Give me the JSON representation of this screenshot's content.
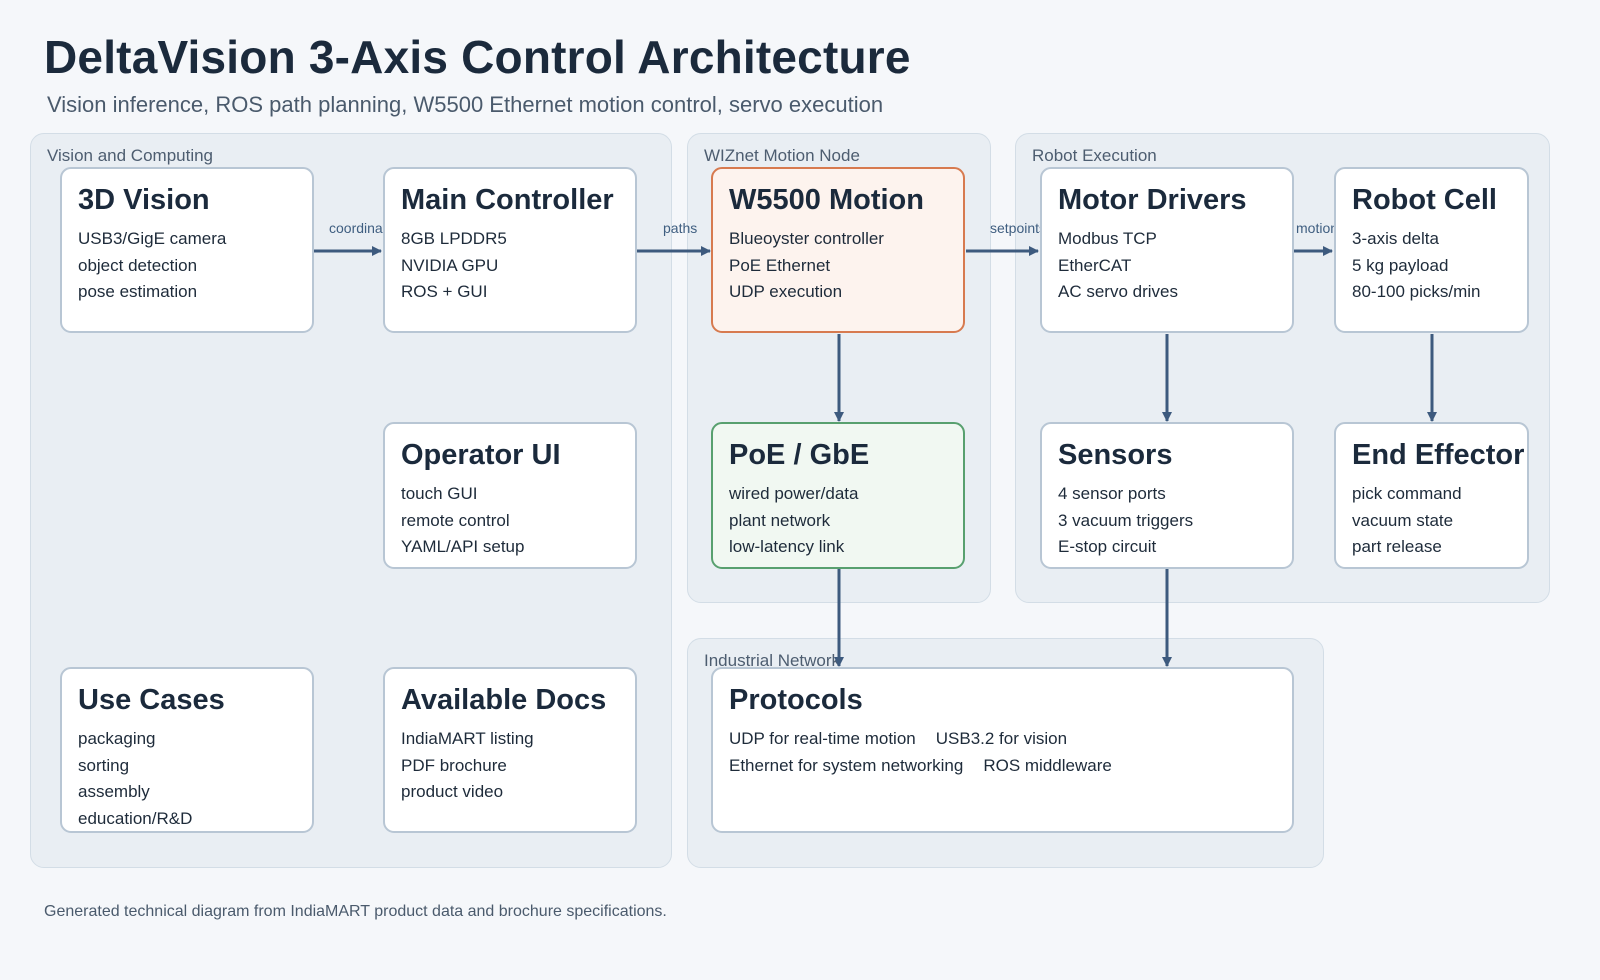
{
  "header": {
    "title": "DeltaVision 3-Axis Control Architecture",
    "subtitle": "Vision inference, ROS path planning, W5500 Ethernet motion control, servo execution"
  },
  "groups": {
    "vision": "Vision and Computing",
    "wiznet": "WIZnet Motion Node",
    "robot": "Robot Execution",
    "network": "Industrial Network"
  },
  "nodes": {
    "vision3d": {
      "title": "3D Vision",
      "lines": [
        "USB3/GigE camera",
        "object detection",
        "pose estimation"
      ]
    },
    "main": {
      "title": "Main Controller",
      "lines": [
        "8GB LPDDR5",
        "NVIDIA GPU",
        "ROS + GUI"
      ]
    },
    "w5500": {
      "title": "W5500 Motion",
      "lines": [
        "Blueoyster controller",
        "PoE Ethernet",
        "UDP execution"
      ]
    },
    "drivers": {
      "title": "Motor Drivers",
      "lines": [
        "Modbus TCP",
        "EtherCAT",
        "AC servo drives"
      ]
    },
    "cell": {
      "title": "Robot Cell",
      "lines": [
        "3-axis delta",
        "5 kg payload",
        "80-100 picks/min"
      ]
    },
    "operator": {
      "title": "Operator UI",
      "lines": [
        "touch GUI",
        "remote control",
        "YAML/API setup"
      ]
    },
    "poe": {
      "title": "PoE / GbE",
      "lines": [
        "wired power/data",
        "plant network",
        "low-latency link"
      ]
    },
    "sensors": {
      "title": "Sensors",
      "lines": [
        "4 sensor ports",
        "3 vacuum triggers",
        "E-stop circuit"
      ]
    },
    "effector": {
      "title": "End Effector",
      "lines": [
        "pick command",
        "vacuum state",
        "part release"
      ]
    },
    "usecases": {
      "title": "Use Cases",
      "lines": [
        "packaging",
        "sorting",
        "assembly",
        "education/R&D"
      ]
    },
    "docs": {
      "title": "Available Docs",
      "lines": [
        "IndiaMART listing",
        "PDF brochure",
        "product video"
      ]
    },
    "protocols": {
      "title": "Protocols",
      "rows": [
        [
          "UDP for real-time motion",
          "USB3.2 for vision"
        ],
        [
          "Ethernet for system networking",
          "ROS middleware"
        ]
      ]
    }
  },
  "edges": {
    "coordinates": "coordinates",
    "paths": "paths",
    "setpoints": "setpoints",
    "motion": "motion"
  },
  "colors": {
    "arrow": "#3d5a7e",
    "motion_border": "#d77a4f",
    "network_border": "#58a06f"
  },
  "footer": "Generated technical diagram from IndiaMART product data and brochure specifications."
}
